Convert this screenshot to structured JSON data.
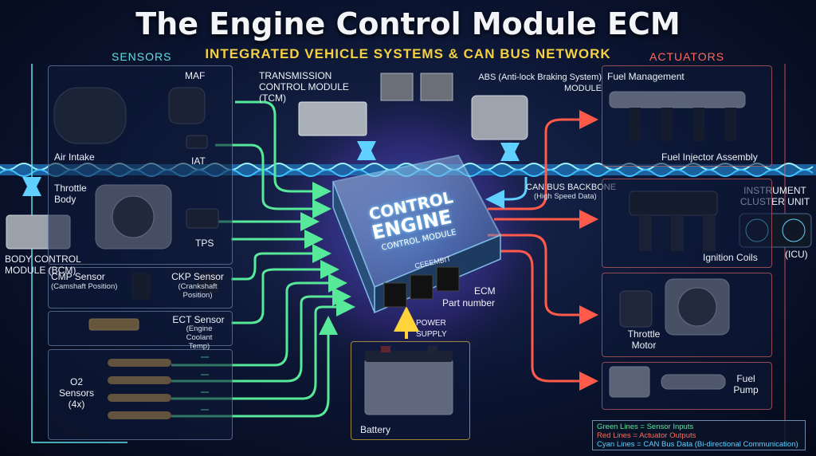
{
  "header": {
    "title": "The Engine Control Module ECM",
    "subtitle": "INTEGRATED VEHICLE SYSTEMS & CAN BUS NETWORK"
  },
  "sections": {
    "sensors": "SENSORS",
    "actuators": "ACTUATORS"
  },
  "sensors": {
    "maf": "MAF",
    "air_intake": "Air Intake",
    "iat": "IAT",
    "throttle_body": "Throttle Body",
    "tps": "TPS",
    "cmp": "CMP Sensor",
    "cmp_sub": "(Camshaft Position)",
    "ckp": "CKP Sensor",
    "ckp_sub": "(Crankshaft Position)",
    "ect": "ECT Sensor",
    "ect_sub": "(Engine Coolant Temp)",
    "o2": "O2 Sensors (4x)"
  },
  "modules": {
    "bcm": "BODY CONTROL MODULE (BCM)",
    "tcm": "TRANSMISSION CONTROL MODULE (TCM)",
    "abs": "ABS (Anti-lock Braking System) MODULE",
    "can_title": "CAN BUS BACKBONE",
    "can_sub": "(High Speed Data)",
    "icu_title": "INSTRUMENT CLUSTER UNIT",
    "icu_abbr": "(ICU)"
  },
  "ecm": {
    "line1": "CONTROL",
    "line2": "ENGINE",
    "line3": "CONTROL MODULE",
    "plate": "CEEEMBIT",
    "caption1": "ECM",
    "caption2": "Part number"
  },
  "power": {
    "supply": "POWER SUPPLY",
    "battery": "Battery"
  },
  "actuators": {
    "fuel_management": "Fuel Management",
    "fuel_injector": "Fuel Injector Assembly",
    "ignition_coils": "Ignition Coils",
    "throttle_motor": "Throttle Motor",
    "fuel_pump": "Fuel Pump"
  },
  "legend": {
    "green": "Green Lines = Sensor Inputs",
    "red": "Red Lines = Actuator Outputs",
    "cyan": "Cyan Lines = CAN Bus Data (Bi-directional Communication)"
  },
  "colors": {
    "sensor_line": "#57e89a",
    "actuator_line": "#ff5a4a",
    "can_line": "#5fd0ff",
    "power_line": "#ffd43a",
    "sensors_heading": "#5fe0e6",
    "actuators_heading": "#ff6b5c",
    "subtitle": "#f5d142"
  }
}
